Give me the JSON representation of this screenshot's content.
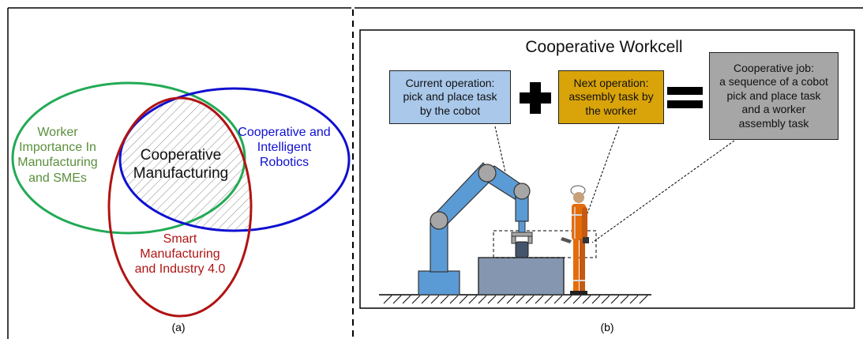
{
  "venn": {
    "worker": "Worker\nImportance In\nManufacturing\nand SMEs",
    "cooperative_intelligent": "Cooperative and\nIntelligent\nRobotics",
    "smart_manufacturing": "Smart\nManufacturing\nand Industry 4.0",
    "center": "Cooperative\nManufacturing",
    "caption": "(a)",
    "colors": {
      "worker": "#22aa55",
      "robotics": "#1010d0",
      "smart": "#b01414"
    }
  },
  "workcell": {
    "title": "Cooperative Workcell",
    "current_operation": "Current operation:\npick and place task\nby the cobot",
    "next_operation": "Next operation:\nassembly task by\nthe worker",
    "cooperative_job": "Cooperative job:\na sequence of a cobot\npick and place task\nand a worker\nassembly task",
    "plus_symbol": "+",
    "equals_symbol": "=",
    "caption": "(b)",
    "colors": {
      "current_box": "#a9c8ea",
      "next_box": "#d9a30a",
      "job_box": "#a6a6a6",
      "robot": "#5b9bd5",
      "table": "#8496b0",
      "worker_suit": "#e46c0a"
    }
  }
}
